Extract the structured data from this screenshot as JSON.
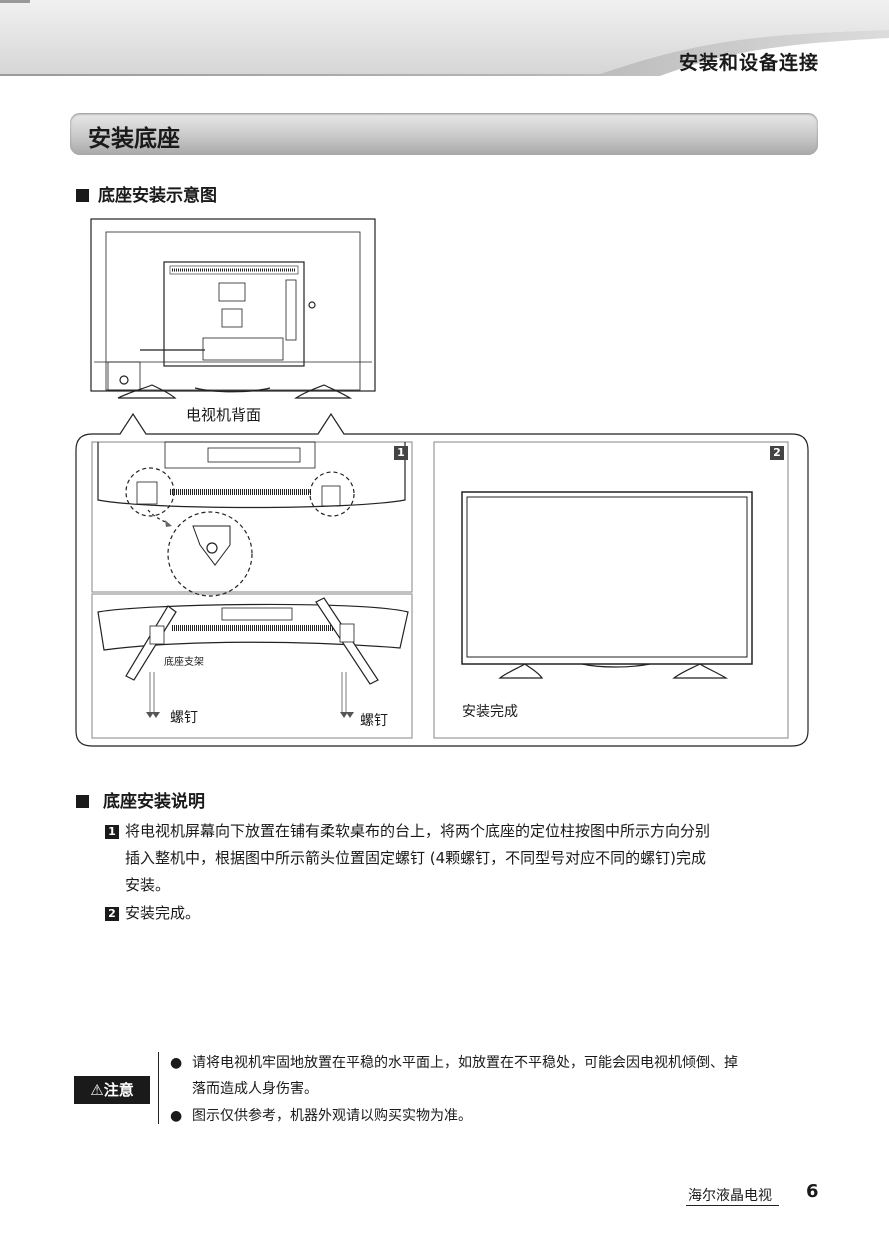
{
  "chapter_title": "安装和设备连接",
  "section_title": "安装底座",
  "diagram_heading": "底座安装示意图",
  "figure": {
    "tv_back_label": "电视机背面",
    "panel1_number": "1",
    "panel2_number": "2",
    "stand_label": "底座支架",
    "screw_label_left": "螺钉",
    "screw_label_right": "螺钉",
    "complete_label": "安装完成"
  },
  "instructions_heading": "底座安装说明",
  "steps": [
    {
      "num": "1",
      "lines": [
        "将电视机屏幕向下放置在铺有柔软桌布的台上，将两个底座的定位柱按图中所示方向分别",
        "插入整机中，根据图中所示箭头位置固定螺钉 (4颗螺钉，不同型号对应不同的螺钉)完成",
        "安装。"
      ]
    },
    {
      "num": "2",
      "lines": [
        "安装完成。"
      ]
    }
  ],
  "caution": {
    "badge": "⚠注意",
    "bullets": [
      {
        "lines": [
          "请将电视机牢固地放置在平稳的水平面上，如放置在不平稳处，可能会因电视机倾倒、掉",
          "落而造成人身伤害。"
        ]
      },
      {
        "lines": [
          "图示仅供参考，机器外观请以购买实物为准。"
        ]
      }
    ]
  },
  "footer": {
    "brand": "海尔液晶电视",
    "page": "6"
  }
}
